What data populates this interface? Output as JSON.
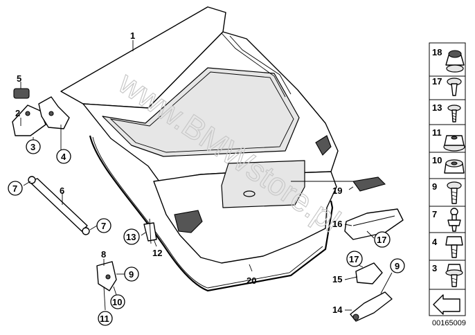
{
  "diagram": {
    "watermark": "www.BMWstore.pl",
    "drawing_number": "00165009",
    "callouts": [
      {
        "id": "c1",
        "label": "1",
        "circled": false
      },
      {
        "id": "c2",
        "label": "2",
        "circled": false
      },
      {
        "id": "c3",
        "label": "3",
        "circled": true
      },
      {
        "id": "c4",
        "label": "4",
        "circled": true
      },
      {
        "id": "c5",
        "label": "5",
        "circled": false
      },
      {
        "id": "c6",
        "label": "6",
        "circled": false
      },
      {
        "id": "c7a",
        "label": "7",
        "circled": true
      },
      {
        "id": "c7b",
        "label": "7",
        "circled": true
      },
      {
        "id": "c8",
        "label": "8",
        "circled": false
      },
      {
        "id": "c9a",
        "label": "9",
        "circled": true
      },
      {
        "id": "c10",
        "label": "10",
        "circled": true
      },
      {
        "id": "c11",
        "label": "11",
        "circled": true
      },
      {
        "id": "c12",
        "label": "12",
        "circled": false
      },
      {
        "id": "c13",
        "label": "13",
        "circled": true
      },
      {
        "id": "c14",
        "label": "14",
        "circled": false
      },
      {
        "id": "c15",
        "label": "15",
        "circled": false
      },
      {
        "id": "c16",
        "label": "16",
        "circled": false
      },
      {
        "id": "c17a",
        "label": "17",
        "circled": true
      },
      {
        "id": "c17b",
        "label": "17",
        "circled": true
      },
      {
        "id": "c9b",
        "label": "9",
        "circled": true
      },
      {
        "id": "c19",
        "label": "19",
        "circled": false
      },
      {
        "id": "c20",
        "label": "20",
        "circled": false
      }
    ],
    "side_panel": [
      {
        "label": "18",
        "part": "rubber-buffer"
      },
      {
        "label": "17",
        "part": "expanding-rivet"
      },
      {
        "label": "13",
        "part": "oval-head-screw"
      },
      {
        "label": "11",
        "part": "hex-nut-flange"
      },
      {
        "label": "10",
        "part": "hex-nut"
      },
      {
        "label": "9",
        "part": "torx-screw"
      },
      {
        "label": "7",
        "part": "ball-stud"
      },
      {
        "label": "4",
        "part": "hex-bolt"
      },
      {
        "label": "3",
        "part": "hex-bolt-washer"
      }
    ]
  }
}
